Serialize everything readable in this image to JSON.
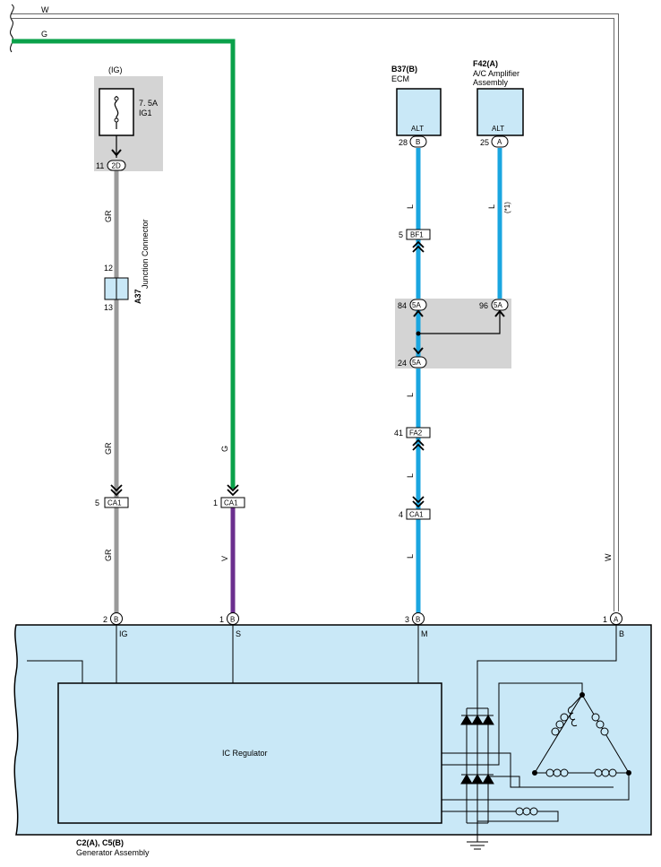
{
  "top_wires": {
    "w_label": "W",
    "g_label": "G"
  },
  "fuse": {
    "bus_label": "(IG)",
    "rating": "7. 5A",
    "name": "IG1",
    "pin": "11",
    "connector": "2D",
    "wire_color": "GR"
  },
  "junction": {
    "id": "A37",
    "name": "Junction Connector",
    "pin_top": "12",
    "pin_bottom": "13",
    "wire_color": "GR"
  },
  "ecm": {
    "id": "B37(B)",
    "name": "ECM",
    "terminal": "ALT",
    "pin": "28",
    "connector": "B",
    "wire_color": "L"
  },
  "ac_amp": {
    "id": "F42(A)",
    "name_line1": "A/C Amplifier",
    "name_line2": "Assembly",
    "terminal": "ALT",
    "pin": "25",
    "connector": "A",
    "wire_color": "L",
    "note": "(*1)"
  },
  "splice_block": {
    "pin_left": "84",
    "pin_right": "96",
    "pin_bottom": "24",
    "connector": "5A"
  },
  "connectors": {
    "bf1": {
      "pin": "5",
      "name": "BF1"
    },
    "fa2": {
      "pin": "41",
      "name": "FA2"
    },
    "ca1_ig": {
      "pin": "5",
      "name": "CA1"
    },
    "ca1_s": {
      "pin": "1",
      "name": "CA1"
    },
    "ca1_m": {
      "pin": "4",
      "name": "CA1"
    }
  },
  "wire_labels": {
    "ig_below_ca1": "GR",
    "s_above_ca1": "G",
    "s_below_ca1": "V",
    "m_mid": "L",
    "m_low": "L",
    "m_below_ca1": "L",
    "w_right": "W"
  },
  "generator": {
    "id": "C2(A), C5(B)",
    "name": "Generator Assembly",
    "regulator": "IC Regulator",
    "terminals": [
      {
        "pin": "2",
        "conn": "B",
        "name": "IG"
      },
      {
        "pin": "1",
        "conn": "B",
        "name": "S"
      },
      {
        "pin": "3",
        "conn": "B",
        "name": "M"
      },
      {
        "pin": "1",
        "conn": "A",
        "name": "B"
      }
    ]
  },
  "colors": {
    "gray_wire": "#999999",
    "green_wire": "#0aa14a",
    "blue_wire": "#1aa6e0",
    "violet_wire": "#6b2f8e",
    "white_wire": "#ffffff",
    "component_fill": "#c9e8f7",
    "fuse_box": "#d4d4d4"
  }
}
